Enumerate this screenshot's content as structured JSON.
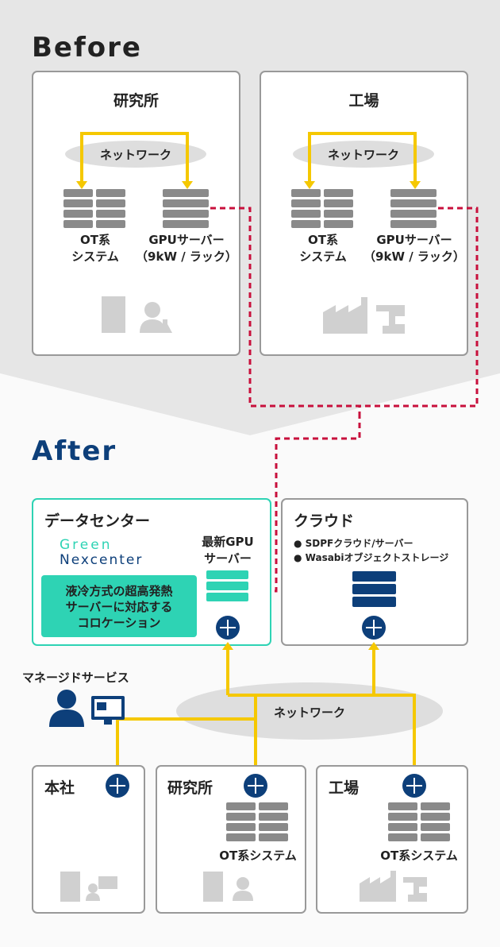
{
  "before": {
    "heading": "Before",
    "lab": {
      "title": "研究所",
      "network": "ネットワーク",
      "ot_label_1": "OT系",
      "ot_label_2": "システム",
      "gpu_label_1": "GPUサーバー",
      "gpu_label_2": "（9kW / ラック）"
    },
    "factory": {
      "title": "工場",
      "network": "ネットワーク",
      "ot_label_1": "OT系",
      "ot_label_2": "システム",
      "gpu_label_1": "GPUサーバー",
      "gpu_label_2": "（9kW / ラック）"
    }
  },
  "after": {
    "heading": "After",
    "datacenter": {
      "title": "データセンター",
      "logo_line1": "Green",
      "logo_line2": "Nexcenter",
      "feature_1": "液冷方式の超高発熱",
      "feature_2": "サーバーに対応する",
      "feature_3": "コロケーション",
      "gpu_label_1": "最新GPU",
      "gpu_label_2": "サーバー"
    },
    "cloud": {
      "title": "クラウド",
      "item_1": "SDPFクラウド/サーバー",
      "item_2": "Wasabiオブジェクトストレージ"
    },
    "managed_service": "マネージドサービス",
    "network": "ネットワーク",
    "hq": {
      "title": "本社"
    },
    "lab": {
      "title": "研究所",
      "ot_label": "OT系システム"
    },
    "factory": {
      "title": "工場",
      "ot_label": "OT系システム"
    }
  },
  "colors": {
    "link_yellow": "#f5c800",
    "dashed_red": "#c8103c",
    "navy": "#0d3f7a",
    "teal": "#2ed3b4",
    "gray_icon": "#8a8a8a",
    "light_icon": "#d0d0d0"
  }
}
